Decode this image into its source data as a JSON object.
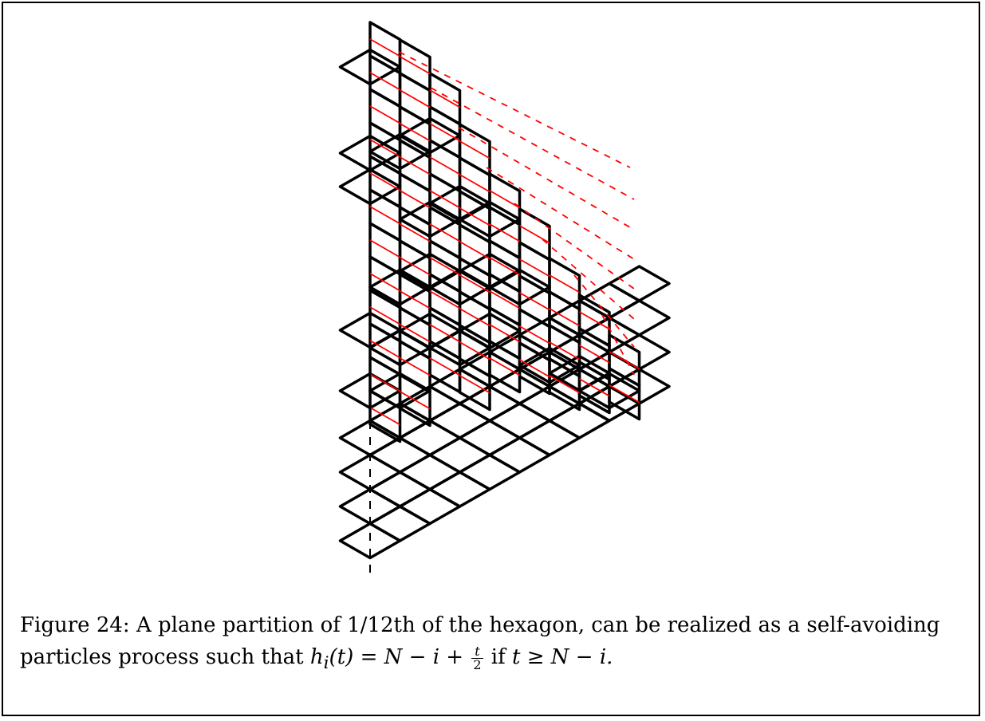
{
  "caption": {
    "label": "Figure 24:",
    "line1_text": "A plane partition of 1/12th of the hexagon, can be realized as a self-avoiding",
    "line2_prefix": "particles process such that",
    "formula": {
      "lhs": "h",
      "subscript": "i",
      "arg": "(t) = N − i + ",
      "frac_num": "t",
      "frac_den": "2",
      "tail_if": " if ",
      "cond": "t ≥ N − i."
    }
  },
  "colors": {
    "frame": "#000000",
    "tiling_edges": "#000000",
    "particle_paths": "#ff0000",
    "axis_dashed": "#000000"
  }
}
